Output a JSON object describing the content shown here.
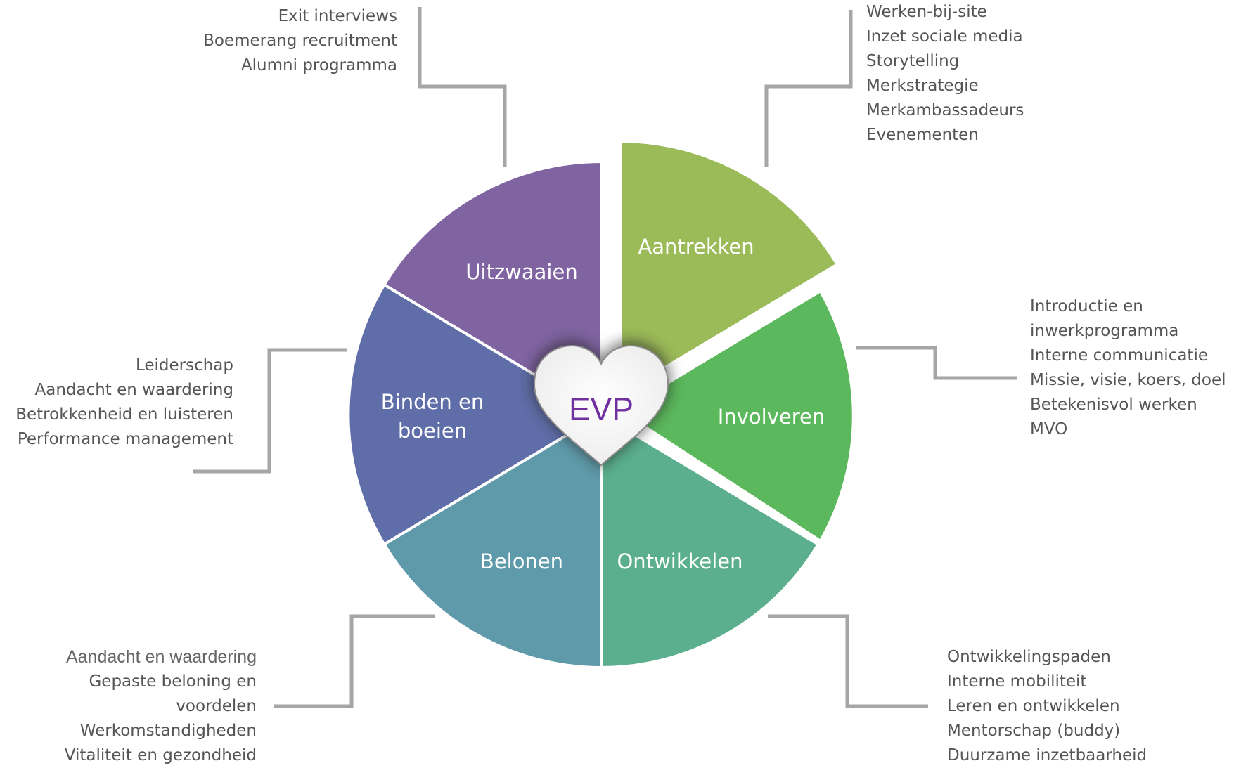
{
  "center_label": "EVP",
  "colors": {
    "uitzwaaien": "#8064A2",
    "aantrekken": "#9BBB59",
    "involveren": "#5CB85C",
    "ontwikkelen": "#5BAF8E",
    "belonen": "#5F9AAA",
    "binden": "#5F6EA8",
    "center_text": "#7030A0",
    "connector": "#A6A6A6"
  },
  "segments": {
    "uitzwaaien": "Uitzwaaien",
    "aantrekken": "Aantrekken",
    "involveren": "Involveren",
    "ontwikkelen": "Ontwikkelen",
    "belonen": "Belonen",
    "binden_line1": "Binden en",
    "binden_line2": "boeien"
  },
  "callouts": {
    "uitzwaaien": [
      "Exit interviews",
      "Boemerang recruitment",
      "Alumni programma"
    ],
    "aantrekken": [
      "Werken-bij-site",
      "Inzet sociale media",
      "Storytelling",
      "Merkstrategie",
      "Merkambassadeurs",
      "Evenementen"
    ],
    "involveren": [
      "Introductie en",
      "inwerkprogramma",
      "Interne communicatie",
      "Missie, visie, koers, doel",
      "Betekenisvol werken",
      "MVO"
    ],
    "binden": [
      "Leiderschap",
      "Aandacht en waardering",
      "Betrokkenheid en luisteren",
      "Performance management"
    ],
    "belonen": [
      "Aandacht en waardering",
      "Gepaste beloning en",
      "voordelen",
      "Werkomstandigheden",
      "Vitaliteit en gezondheid"
    ],
    "ontwikkelen": [
      "Ontwikkelingspaden",
      "Interne mobiliteit",
      "Leren en ontwikkelen",
      "Mentorschap (buddy)",
      "Duurzame inzetbaarheid"
    ]
  }
}
